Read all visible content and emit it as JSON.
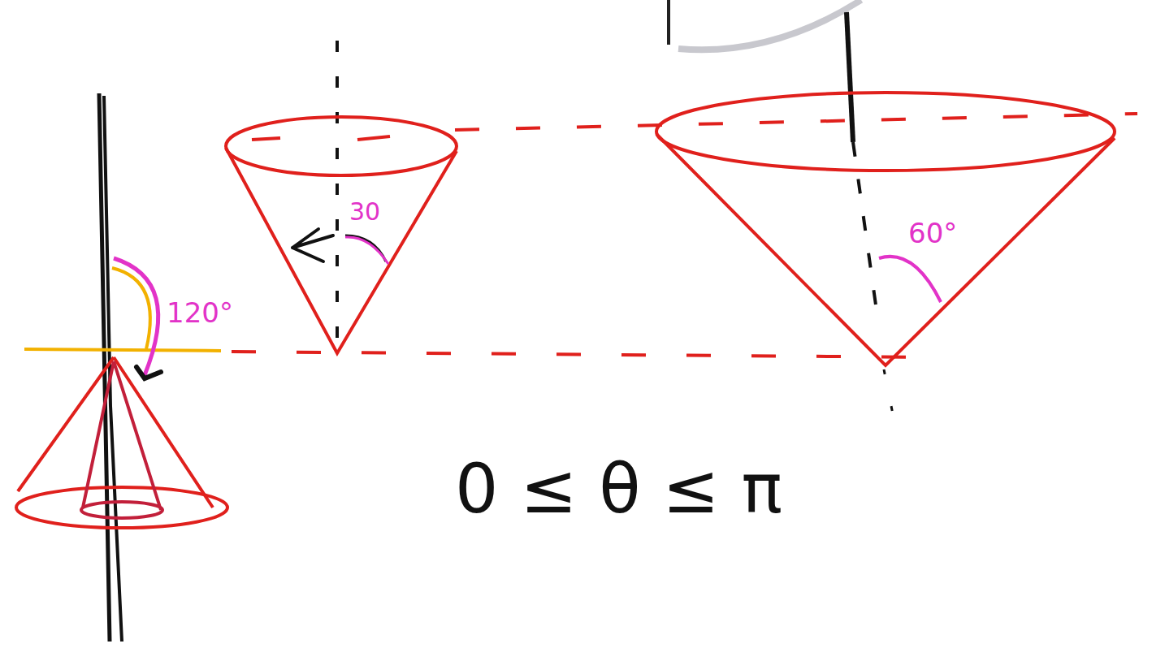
{
  "diagram": {
    "labels": [
      "30",
      "60°",
      "120°",
      "0 ≤ θ ≤ π"
    ]
  }
}
